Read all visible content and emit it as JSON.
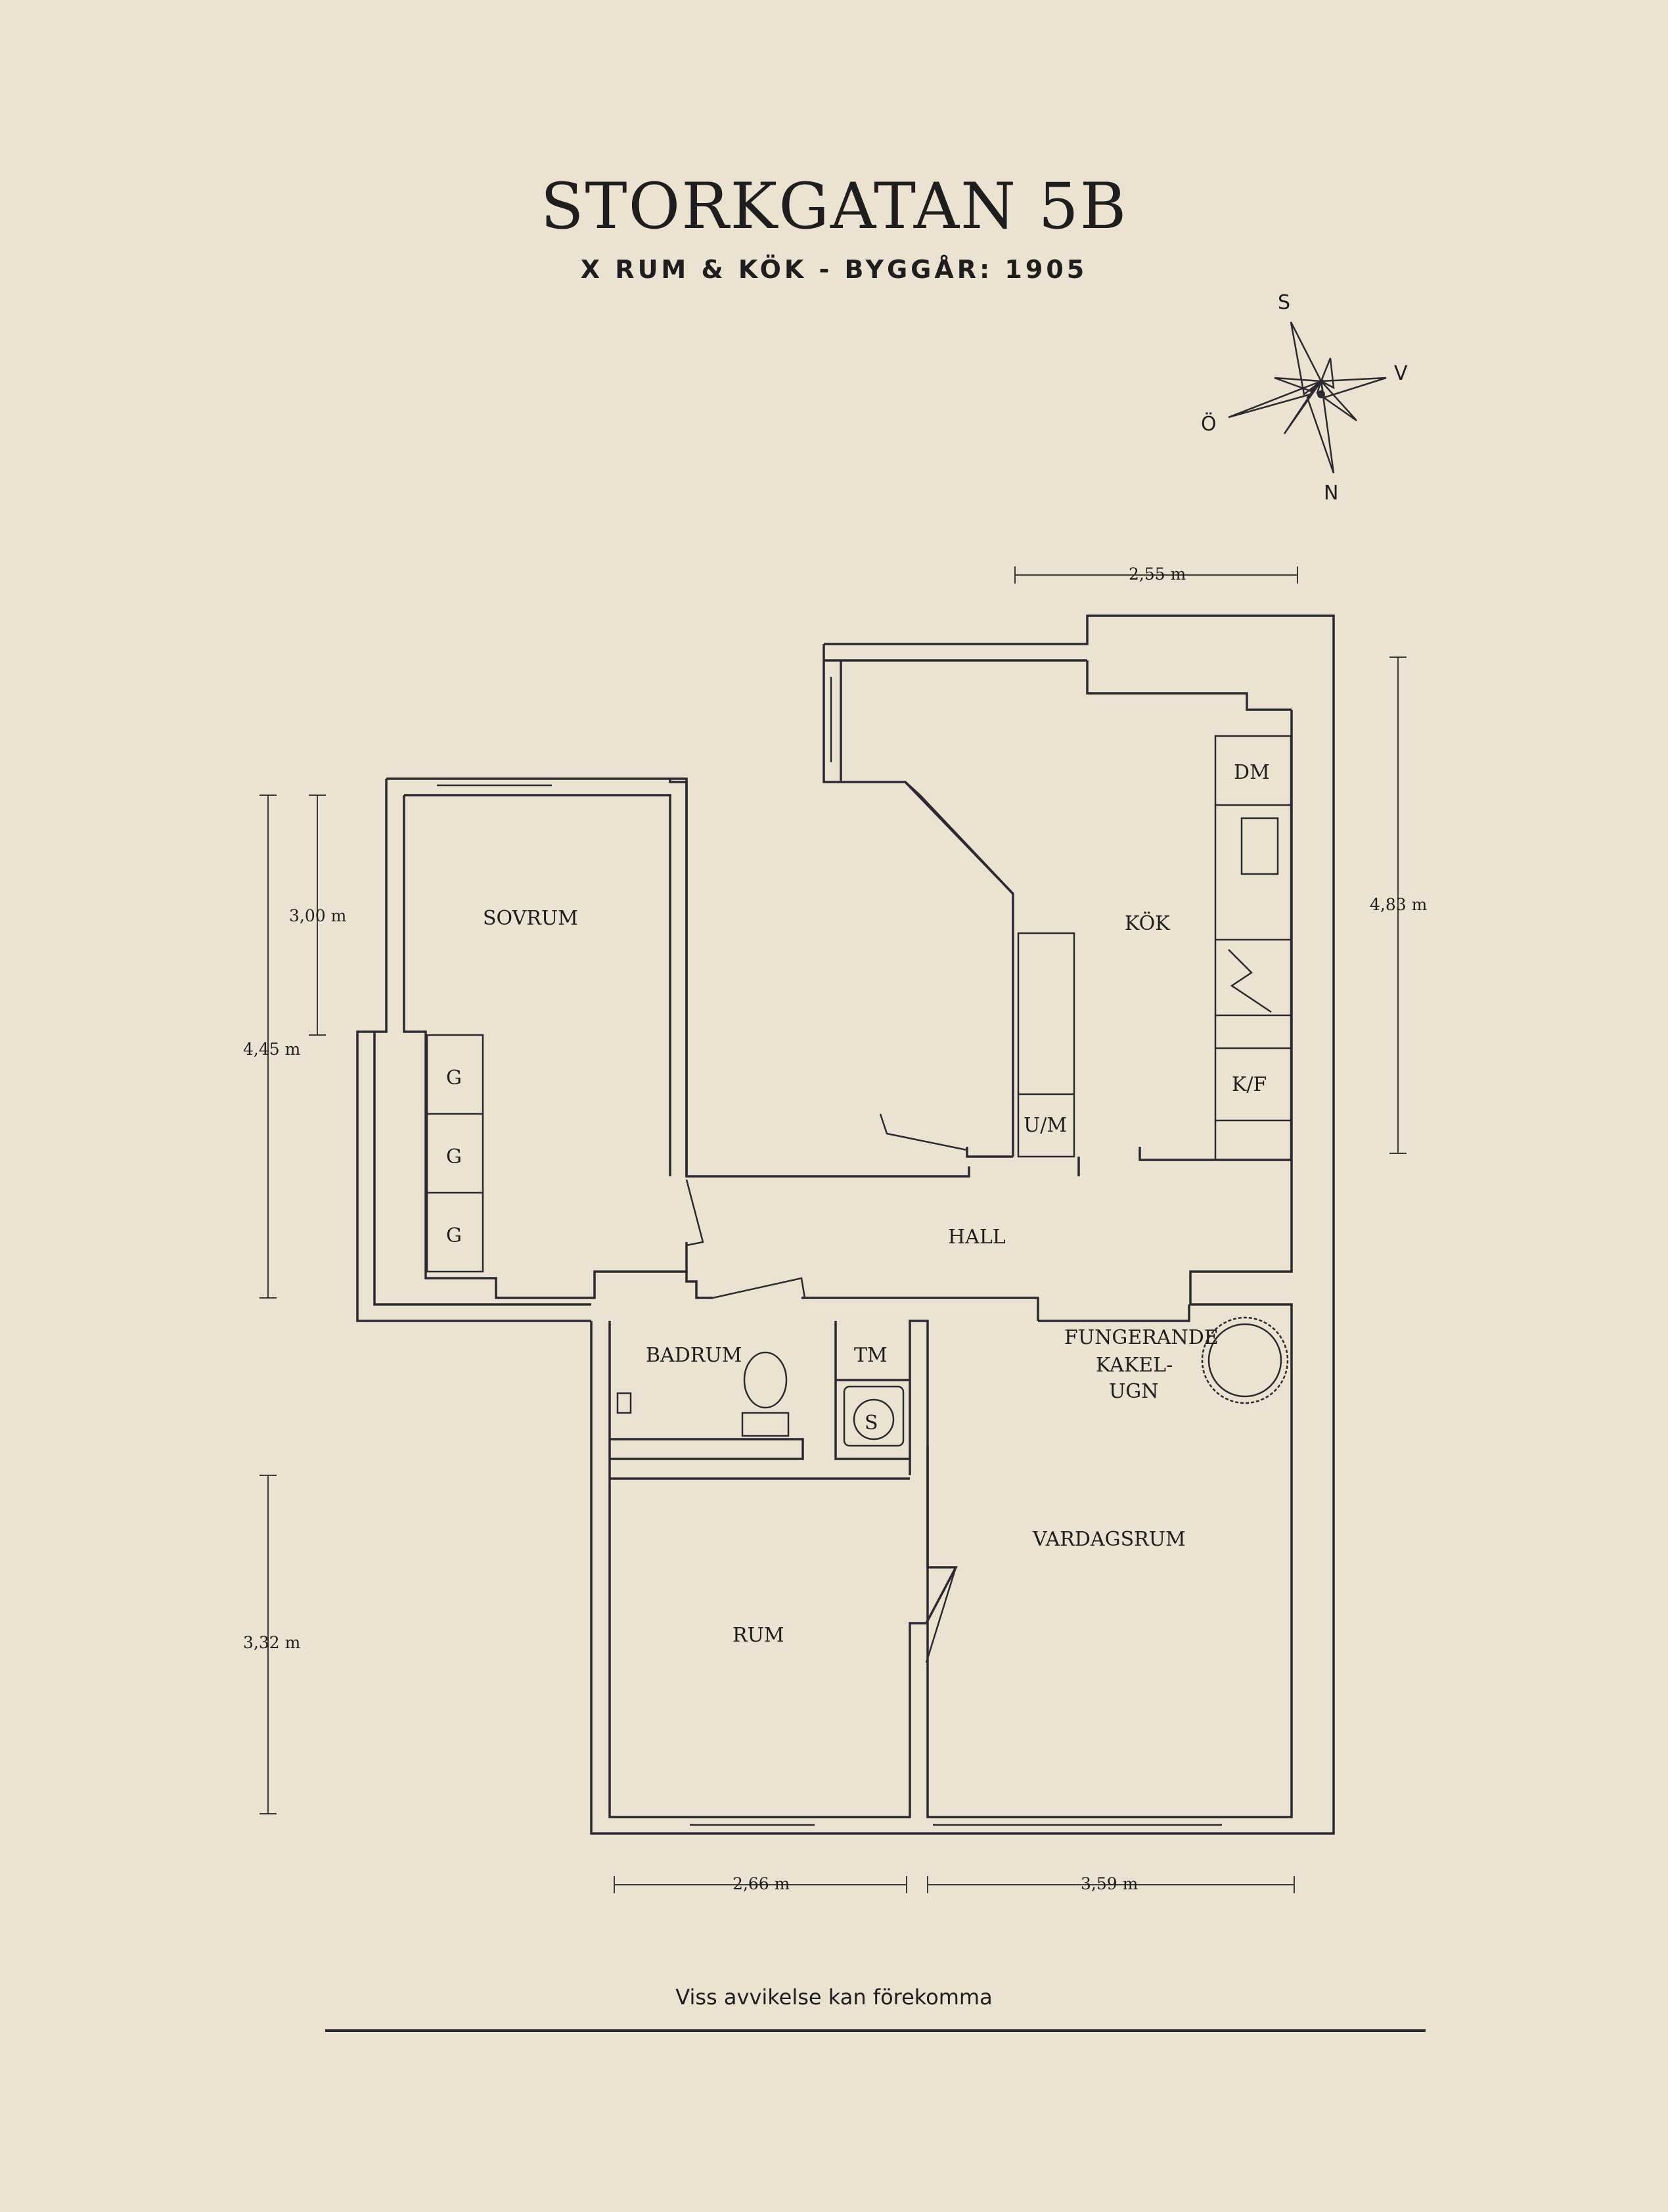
{
  "title": "STORKGATAN 5B",
  "subtitle": "X RUM & KÖK  -  BYGGÅR: 1905",
  "footnote": "Viss avvikelse kan förekomma",
  "compass": {
    "s": "S",
    "v": "V",
    "o": "Ö",
    "n": "N"
  },
  "rooms": {
    "sovrum": "SOVRUM",
    "kok": "KÖK",
    "hall": "HALL",
    "badrum": "BADRUM",
    "rum": "RUM",
    "vardagsrum": "VARDAGSRUM",
    "kakelugn": [
      "FUNGERANDE",
      "KAKEL-",
      "UGN"
    ]
  },
  "fixtures": {
    "dm": "DM",
    "kf": "K/F",
    "um": "U/M",
    "tm": "TM",
    "s": "S",
    "g1": "G",
    "g2": "G",
    "g3": "G"
  },
  "dimensions": {
    "kok_width": "2,55 m",
    "kok_depth": "4,83 m",
    "sovrum_depth": "3,00 m",
    "sovrum_total": "4,45 m",
    "rum_depth": "3,32 m",
    "rum_width": "2,66 m",
    "vardagsrum_width": "3,59 m"
  },
  "colors": {
    "background": "#ebe2d2",
    "ink": "#2a2a30"
  }
}
